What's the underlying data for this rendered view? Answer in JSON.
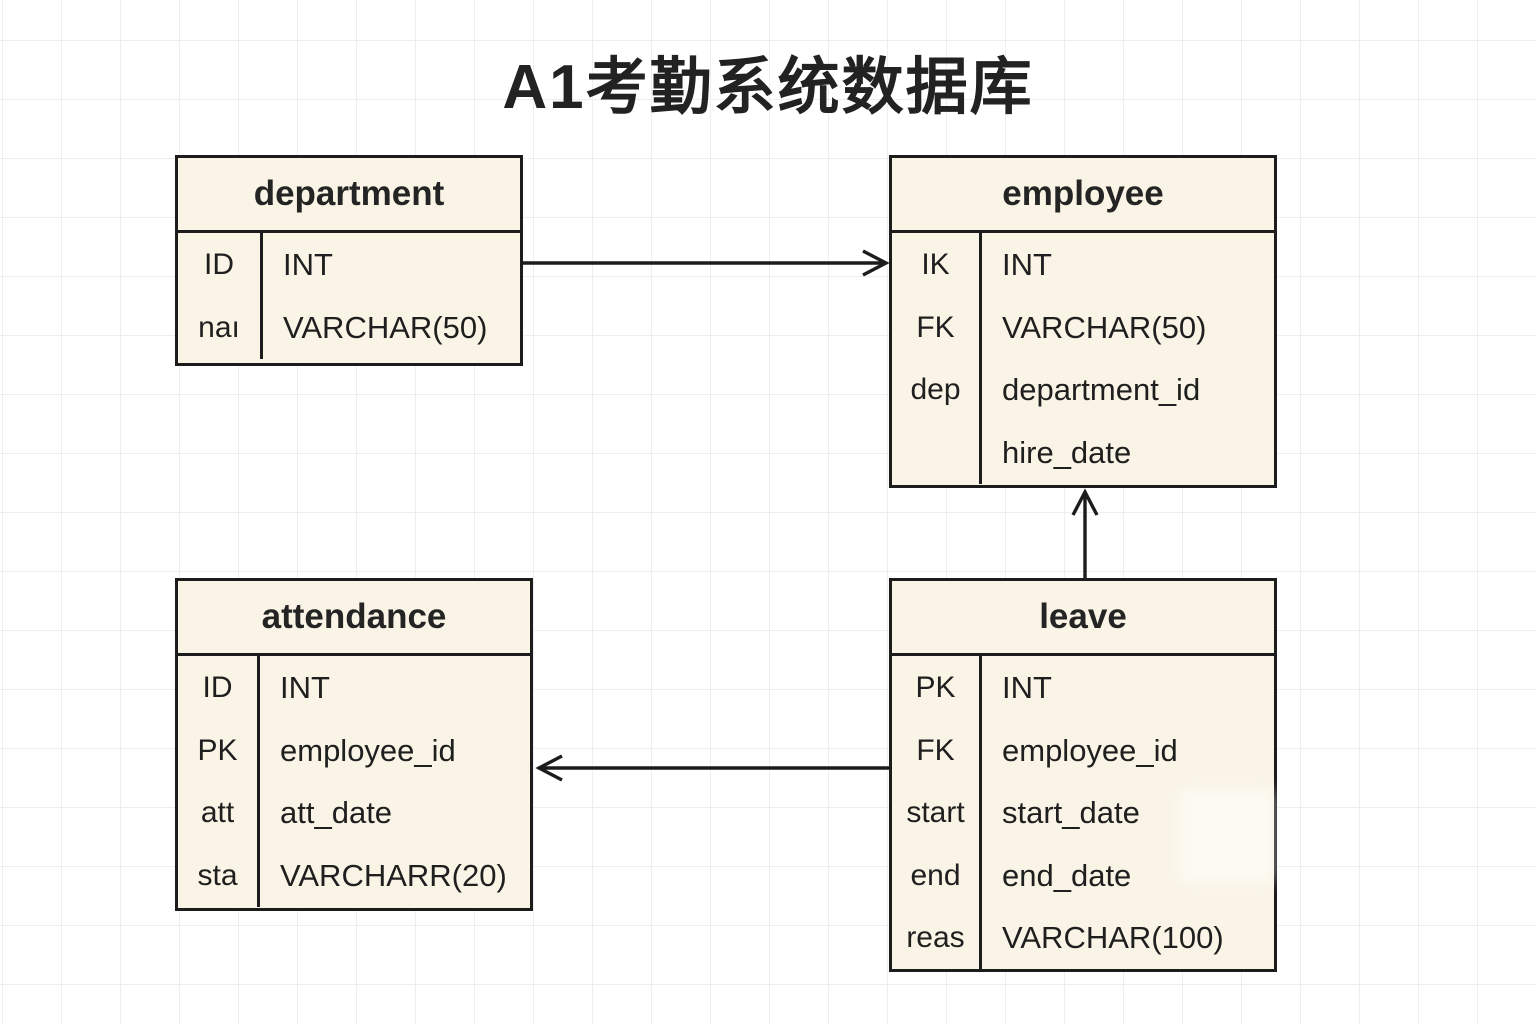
{
  "title": "A1考勤系统数据库",
  "diagram": {
    "tables": [
      {
        "id": "department",
        "title": "department",
        "rows": [
          {
            "key": "ID",
            "value": "INT"
          },
          {
            "key": "naı",
            "value": "VARCHAR(50)"
          }
        ]
      },
      {
        "id": "employee",
        "title": "employee",
        "rows": [
          {
            "key": "IK",
            "value": "INT"
          },
          {
            "key": "FK",
            "value": "VARCHAR(50)"
          },
          {
            "key": "dep",
            "value": "department_id"
          },
          {
            "key": "",
            "value": "hire_date"
          }
        ]
      },
      {
        "id": "attendance",
        "title": "attendance",
        "rows": [
          {
            "key": "ID",
            "value": "INT"
          },
          {
            "key": "PK",
            "value": "employee_id"
          },
          {
            "key": "att",
            "value": "att_date"
          },
          {
            "key": "sta",
            "value": "VARCHARR(20)"
          }
        ]
      },
      {
        "id": "leave",
        "title": "leave",
        "rows": [
          {
            "key": "PK",
            "value": "INT"
          },
          {
            "key": "FK",
            "value": "employee_id"
          },
          {
            "key": "start",
            "value": "start_date"
          },
          {
            "key": "end",
            "value": "end_date"
          },
          {
            "key": "reas",
            "value": "VARCHAR(100)"
          }
        ]
      }
    ],
    "relationships": [
      {
        "from": "department",
        "to": "employee",
        "arrowhead_at": "employee"
      },
      {
        "from": "leave",
        "to": "employee",
        "arrowhead_at": "employee"
      },
      {
        "from": "leave",
        "to": "attendance",
        "arrowhead_at": "attendance"
      }
    ],
    "colors": {
      "background": "#ffffff",
      "grid_line": "#eeeeee",
      "table_fill": "#f9f4e5",
      "line": "#1c1c1c",
      "text": "#1f1f1f"
    }
  }
}
